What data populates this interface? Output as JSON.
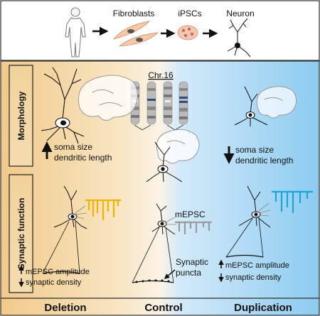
{
  "pipeline": {
    "steps": [
      "Fibroblasts",
      "iPSCs",
      "Neuron"
    ]
  },
  "chromosome_label": "Chr.16",
  "row_labels": {
    "morphology": "Morphology",
    "synaptic": "Synaptic function"
  },
  "deletion_morph": {
    "line1": "soma size",
    "line2": "dendritic length"
  },
  "duplication_morph": {
    "line1": "soma size",
    "line2": "dendritic length"
  },
  "mepsc_label": "mEPSC",
  "synaptic_puncta": {
    "line1": "Synaptic",
    "line2": "puncta"
  },
  "deletion_syn": {
    "line1": "mEPSC amplitude",
    "line2": "synaptic density"
  },
  "duplication_syn": {
    "line1": "mEPSC amplitude",
    "line2": "synaptic density"
  },
  "column_labels": {
    "deletion": "Deletion",
    "control": "Control",
    "duplication": "Duplication"
  },
  "colors": {
    "deletion_trace": "#f0b400",
    "control_trace": "#9a9a9a",
    "duplication_trace": "#1aa6d8",
    "deletion_bg": "#f2c98a",
    "duplication_bg": "#8ccbf0"
  }
}
